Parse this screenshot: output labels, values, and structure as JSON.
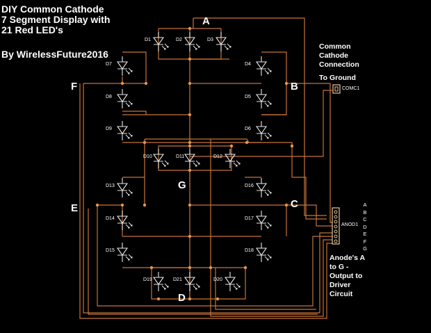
{
  "title": {
    "line1": "DIY Common Cathode",
    "line2": "7 Segment Display with",
    "line3": "21 Red LED's"
  },
  "author": "By WirelessFuture2016",
  "segment_labels": {
    "A": "A",
    "B": "B",
    "C": "C",
    "D": "D",
    "E": "E",
    "F": "F",
    "G": "G"
  },
  "notes": {
    "common_cathode": [
      "Common",
      "Cathode",
      "Connection"
    ],
    "to_ground": "To Ground",
    "anodes": [
      "Anode's A",
      "to G -",
      "Output to",
      "Driver",
      "Circuit"
    ]
  },
  "connectors": {
    "common": "COMC1",
    "anode": "ANOD1",
    "anode_pins": [
      "A",
      "B",
      "C",
      "D",
      "E",
      "F",
      "G"
    ]
  },
  "leds": [
    {
      "ref": "D1",
      "segment": "A"
    },
    {
      "ref": "D2",
      "segment": "A"
    },
    {
      "ref": "D3",
      "segment": "A"
    },
    {
      "ref": "D4",
      "segment": "B"
    },
    {
      "ref": "D5",
      "segment": "B"
    },
    {
      "ref": "D6",
      "segment": "B"
    },
    {
      "ref": "D7",
      "segment": "F"
    },
    {
      "ref": "D8",
      "segment": "F"
    },
    {
      "ref": "D9",
      "segment": "F"
    },
    {
      "ref": "D10",
      "segment": "G"
    },
    {
      "ref": "D11",
      "segment": "G"
    },
    {
      "ref": "D12",
      "segment": "G"
    },
    {
      "ref": "D13",
      "segment": "E"
    },
    {
      "ref": "D14",
      "segment": "E"
    },
    {
      "ref": "D15",
      "segment": "E"
    },
    {
      "ref": "D16",
      "segment": "C"
    },
    {
      "ref": "D17",
      "segment": "C"
    },
    {
      "ref": "D18",
      "segment": "C"
    },
    {
      "ref": "D19",
      "segment": "D"
    },
    {
      "ref": "D21",
      "segment": "D"
    },
    {
      "ref": "D20",
      "segment": "D"
    }
  ],
  "colors": {
    "background": "#000000",
    "wire": "#c8733a",
    "junction": "#e8954a",
    "component": "#e8e8e8",
    "text": "#ffffff"
  }
}
